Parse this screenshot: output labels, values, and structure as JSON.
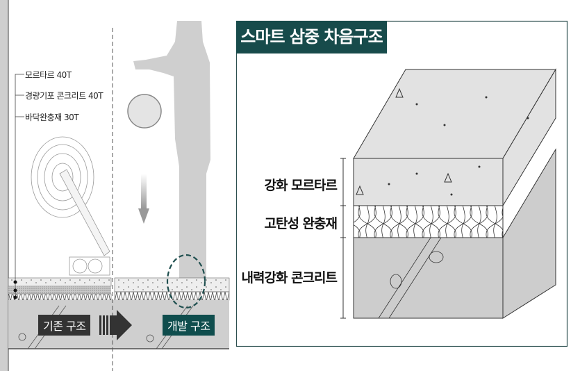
{
  "left_panel": {
    "layer_labels": [
      "모르타르 40T",
      "경량기포 콘크리트 40T",
      "바닥완충재 30T"
    ],
    "existing_badge": "기존 구조",
    "developed_badge": "개발 구조",
    "colors": {
      "existing": "#333333",
      "developed": "#0f4d4d"
    }
  },
  "right_panel": {
    "title": "스마트 삼중 차음구조",
    "layers": [
      "강화 모르타르",
      "고탄성 완충재",
      "내력강화 콘크리트"
    ],
    "colors": {
      "title_bg": "#174b4b",
      "mortar": "#e2e2e2",
      "concrete": "#cdcdcd"
    }
  }
}
